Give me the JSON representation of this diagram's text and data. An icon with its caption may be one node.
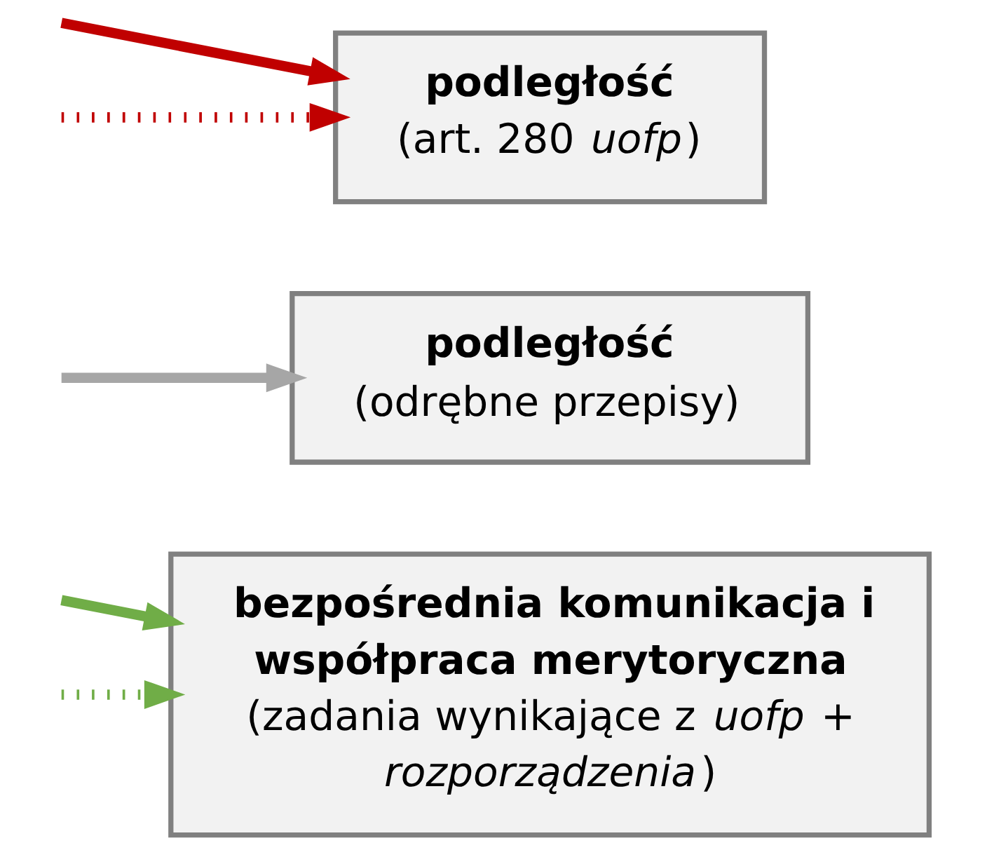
{
  "diagram": {
    "nodes": [
      {
        "text": [
          "podległość",
          "(art. 280 *uofp*)"
        ]
      },
      {
        "text": [
          "podległość",
          "(odrębne przepisy)"
        ]
      },
      {
        "text": [
          "bezpośrednia komunikacja i współpraca merytoryczna",
          "(zadania wynikające z *uofp* + *rozporządzenia*)"
        ]
      }
    ],
    "edges": [
      {
        "from": null,
        "to": 0,
        "arrow": "to",
        "color": "#c00000"
      },
      {
        "from": null,
        "to": 0,
        "arrow": "to",
        "style": "dashed",
        "color": "#c00000"
      },
      {
        "from": null,
        "to": 1,
        "arrow": "to",
        "color": "#a6a6a6"
      },
      {
        "from": null,
        "to": 2,
        "arrow": "to",
        "color": "#70ad47"
      },
      {
        "from": null,
        "to": 2,
        "arrow": "to",
        "style": "dashed",
        "color": "#70ad47"
      }
    ]
  }
}
